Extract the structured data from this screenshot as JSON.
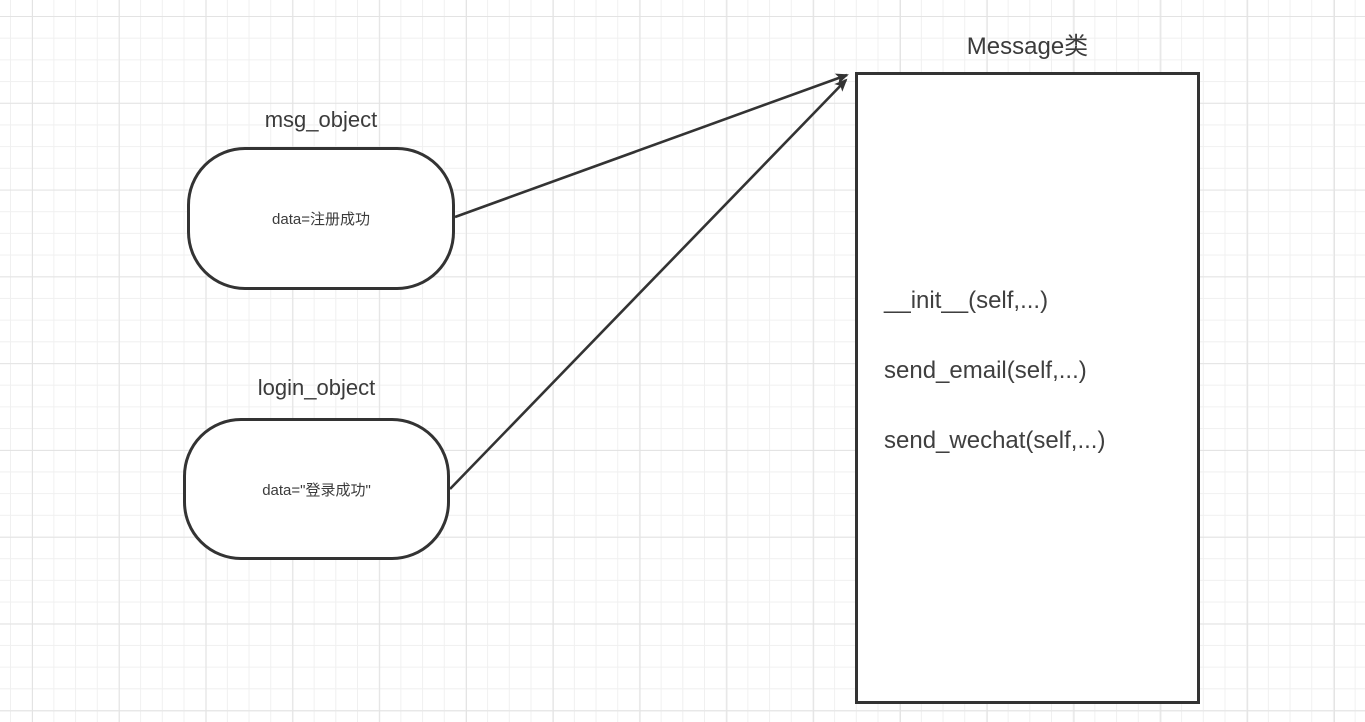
{
  "diagram": {
    "message_class": {
      "title": "Message类",
      "methods": [
        "__init__(self,...)",
        "send_email(self,...)",
        "send_wechat(self,...)"
      ]
    },
    "objects": [
      {
        "title": "msg_object",
        "content": "data=注册成功"
      },
      {
        "title": "login_object",
        "content": "data=\"登录成功\""
      }
    ],
    "arrows": [
      {
        "from": "msg_object",
        "to": "Message类"
      },
      {
        "from": "login_object",
        "to": "Message类"
      }
    ],
    "colors": {
      "stroke": "#333333",
      "text": "#3b3b3b",
      "grid_minor": "#f0f0f0",
      "grid_major": "#e3e3e3",
      "background": "#ffffff"
    }
  }
}
